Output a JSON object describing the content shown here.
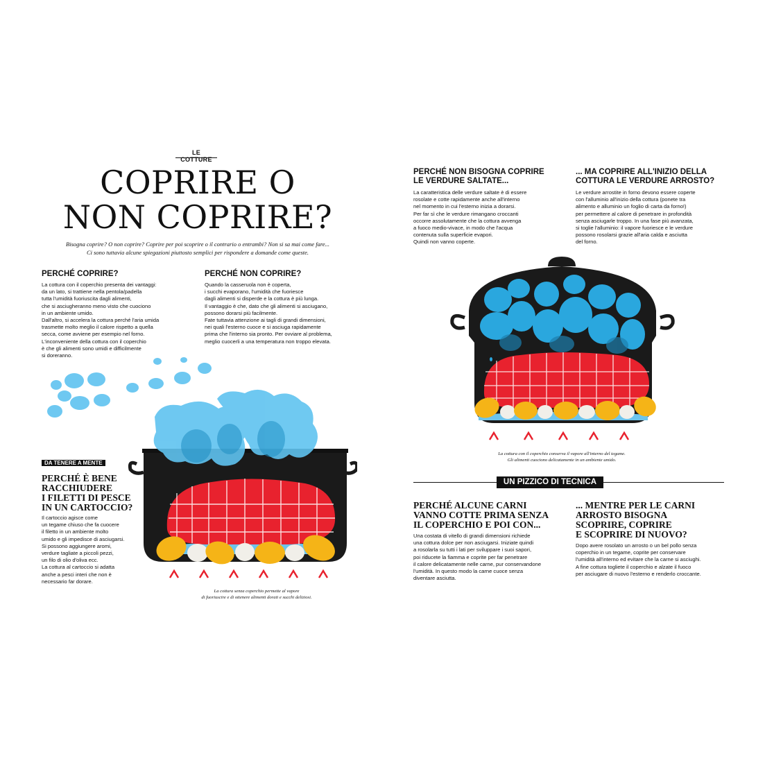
{
  "left": {
    "kicker": "LE COTTURE",
    "title_line1": "COPRIRE O",
    "title_line2": "NON COPRIRE?",
    "intro_line1": "Bisogna coprire? O non coprire? Coprire per poi scoprire o il contrario o entrambi? Non si sa mai come fare...",
    "intro_line2": "Ci sono tuttavia alcune spiegazioni piuttosto semplici per rispondere a domande come queste.",
    "col1": {
      "heading": "PERCHÉ COPRIRE?",
      "body": "La cottura con il coperchio presenta dei vantaggi:\nda un lato, si trattiene nella pentola/padella\ntutta l'umidità fuoriuscita dagli alimenti,\nche si asciugheranno meno visto che cuociono\nin un ambiente umido.\nDall'altro, si accelera la cottura perché l'aria umida\ntrasmette molto meglio il calore rispetto a quella\nsecca, come avviene per esempio nel forno.\nL'inconveniente della cottura con il coperchio\nè che gli alimenti sono umidi e difficilmente\nsi doreranno."
    },
    "col2": {
      "heading": "PERCHÉ NON COPRIRE?",
      "body": "Quando la casseruola non è coperta,\ni succhi evaporano, l'umidità che fuoriesce\ndagli alimenti si disperde e la cottura è più lunga.\nIl vantaggio è che, dato che gli alimenti si asciugano,\npossono dorarsi più facilmente.\nFate tuttavia attenzione ai tagli di grandi dimensioni,\nnei quali l'esterno cuoce e si asciuga rapidamente\nprima che l'interno sia pronto. Per ovviare al problema,\nmeglio cuocerli a una temperatura non troppo elevata."
    },
    "sidebar": {
      "tag": "DA TENERE A MENTE",
      "heading": "PERCHÉ È BENE RACCHIUDERE I FILETTI DI PESCE IN UN CARTOCCIO?",
      "heading_l1": "PERCHÉ È BENE",
      "heading_l2": "RACCHIUDERE",
      "heading_l3": "I FILETTI DI PESCE",
      "heading_l4": "IN UN CARTOCCIO?",
      "body": "Il cartoccio agisce come\nun tegame chiuso che fa cuocere\nil filetto in un ambiente molto\numido e gli impedisce di asciugarsi.\nSi possono aggiungere aromi,\nverdure tagliate a piccoli pezzi,\nun filo di olio d'oliva ecc.\nLa cottura al cartoccio si adatta\nanche a pesci interi che non è\nnecessario far dorare."
    },
    "caption": "La cottura senza coperchio permette al vapore\ndi fuoriuscire e di ottenere alimenti dorati e succhi deliziosi."
  },
  "right": {
    "col1": {
      "heading_l1": "PERCHÉ NON BISOGNA COPRIRE",
      "heading_l2": "LE VERDURE SALTATE...",
      "body": "La caratteristica delle verdure saltate è di essere\nrosolate e cotte rapidamente anche all'interno\nnel momento in cui l'esterno inizia a dorarsi.\nPer far sì che le verdure rimangano croccanti\noccorre assolutamente che la cottura avvenga\na fuoco medio-vivace, in modo che l'acqua\ncontenuta sulla superficie evapori.\nQuindi non vanno coperte."
    },
    "col2": {
      "heading_l1": "... MA COPRIRE ALL'INIZIO DELLA",
      "heading_l2": "COTTURA LE VERDURE ARROSTO?",
      "body": "Le verdure arrostite in forno devono essere coperte\ncon l'alluminio all'inizio della cottura (ponete tra\nalimento e alluminio un foglio di carta da forno!)\nper permettere al calore di penetrare in profondità\nsenza asciugarle troppo. In una fase più avanzata,\nsi toglie l'alluminio: il vapore fuoriesce e le verdure\npossono rosolarsi grazie all'aria calda e asciutta\ndel forno."
    },
    "caption": "La cottura con il coperchio conserva il vapore all'interno del tegame.\nGli alimenti cuociono delicatamente in un ambiente umido.",
    "section_label": "UN PIZZICO DI TECNICA",
    "col3": {
      "heading_l1": "PERCHÉ ALCUNE CARNI",
      "heading_l2": "VANNO COTTE PRIMA SENZA",
      "heading_l3": "IL COPERCHIO E POI CON...",
      "body": "Una costata di vitello di grandi dimensioni richiede\nuna cottura dolce per non asciugarsi. Iniziate quindi\na rosolarla su tutti i lati per sviluppare i suoi sapori,\npoi riducete la fiamma e coprite per far penetrare\nil calore delicatamente nelle carne, pur conservandone\nl'umidità. In questo modo la carne cuoce senza\ndiventare asciutta."
    },
    "col4": {
      "heading_l1": "... MENTRE PER LE CARNI",
      "heading_l2": "ARROSTO BISOGNA",
      "heading_l3": "SCOPRIRE, COPRIRE",
      "heading_l4": "E SCOPRIRE DI NUOVO?",
      "body": "Dopo avere rosolato un arrosto o un bel pollo senza\ncoperchio in un tegame, coprite per conservare\nl'umidità all'interno ed evitare che la carne si asciughi.\nA fine cottura togliete il coperchio e alzate il fuoco\nper asciugare di nuovo l'esterno e renderlo croccante."
    }
  },
  "colors": {
    "ink": "#111111",
    "steam_light": "#5fc3f0",
    "steam_dark": "#1f8fc4",
    "pot": "#1a1a1a",
    "meat": "#e8222e",
    "potato": "#f5b417",
    "garlic": "#f1efe9",
    "flame": "#e8222e",
    "broth": "#6cc4ec"
  }
}
